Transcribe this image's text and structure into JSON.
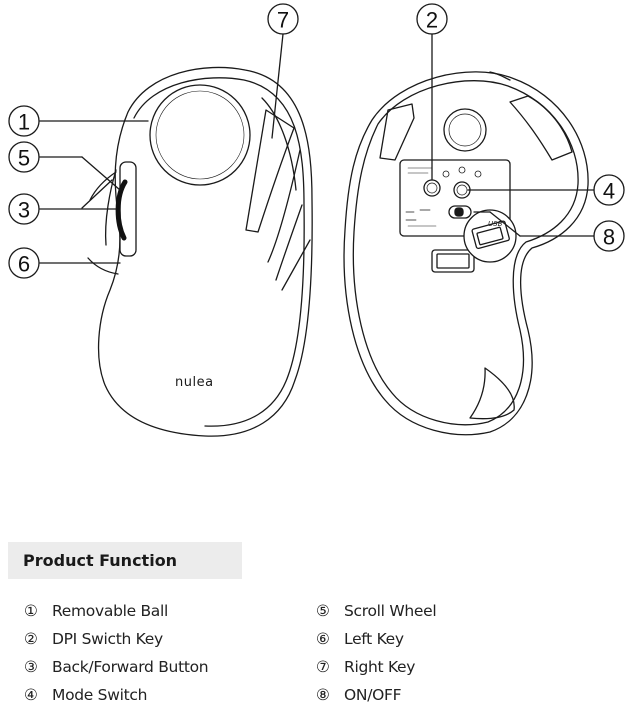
{
  "callouts": [
    "1",
    "2",
    "3",
    "4",
    "5",
    "6",
    "7",
    "8"
  ],
  "brand": "nulea",
  "usb_label": "USB",
  "section_title": "Product Function",
  "functions_left": [
    {
      "num": "①",
      "label": "Removable Ball"
    },
    {
      "num": "②",
      "label": "DPI Swicth Key"
    },
    {
      "num": "③",
      "label": "Back/Forward Button"
    },
    {
      "num": "④",
      "label": "Mode Switch"
    }
  ],
  "functions_right": [
    {
      "num": "⑤",
      "label": "Scroll Wheel"
    },
    {
      "num": "⑥",
      "label": "Left Key"
    },
    {
      "num": "⑦",
      "label": "Right Key"
    },
    {
      "num": "⑧",
      "label": "ON/OFF"
    }
  ]
}
